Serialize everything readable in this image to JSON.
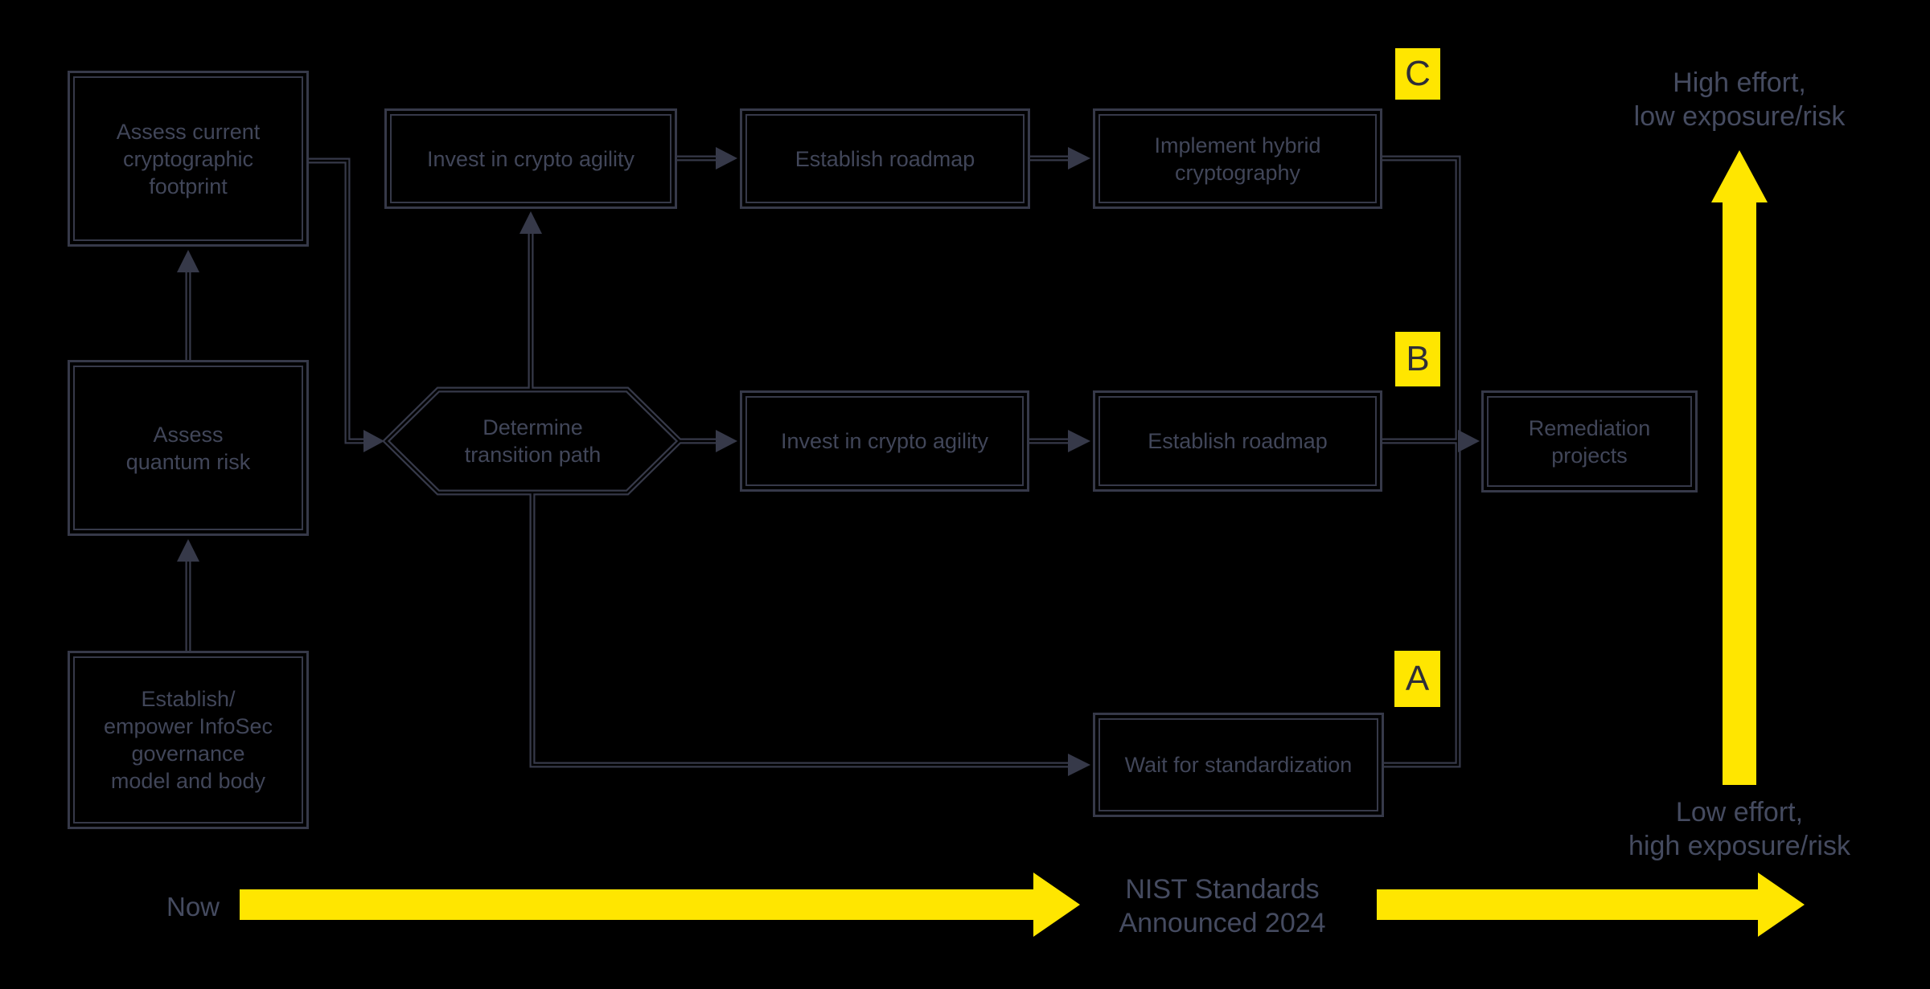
{
  "palette": {
    "background": "#000000",
    "line_color": "#363949",
    "node_text_color": "#414659",
    "accent_yellow": "#ffe600",
    "tag_text_color": "#2e2e38"
  },
  "nodes": {
    "assess_footprint": "Assess current\ncryptographic\nfootprint",
    "assess_quantum": "Assess\nquantum risk",
    "governance": "Establish/\nempower InfoSec\ngovernance\nmodel and body",
    "decision": "Determine\ntransition path",
    "invest_top": "Invest in crypto agility",
    "roadmap_top": "Establish roadmap",
    "hybrid": "Implement hybrid\ncryptography",
    "invest_mid": "Invest in crypto agility",
    "roadmap_mid": "Establish roadmap",
    "remediation": "Remediation\nprojects",
    "wait": "Wait for standardization"
  },
  "path_tags": {
    "a": "A",
    "b": "B",
    "c": "C"
  },
  "timeline": {
    "now": "Now",
    "nist": "NIST Standards\nAnnounced 2024"
  },
  "effort_axis": {
    "top": "High effort,\nlow exposure/risk",
    "bottom": "Low effort,\nhigh exposure/risk"
  }
}
